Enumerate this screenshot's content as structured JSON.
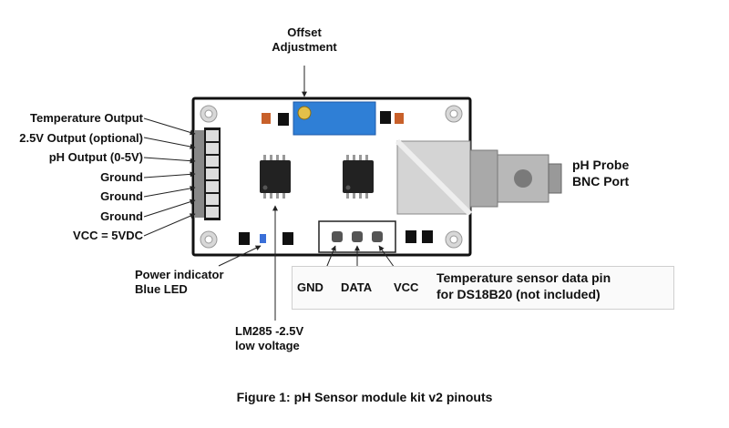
{
  "labels": {
    "offset_adjustment": [
      "Offset",
      "Adjustment"
    ],
    "pins": [
      "Temperature Output",
      "2.5V Output (optional)",
      "pH Output (0-5V)",
      "Ground",
      "Ground",
      "Ground",
      "VCC = 5VDC"
    ],
    "ph_probe": [
      "pH Probe",
      "BNC Port"
    ],
    "power_led": [
      "Power indicator",
      "Blue LED"
    ],
    "lm285": [
      "LM285 -2.5V",
      "low voltage"
    ],
    "temp_pins": [
      "GND",
      "DATA",
      "VCC"
    ],
    "temp_note": [
      "Temperature sensor data pin",
      "for DS18B20 (not included)"
    ]
  },
  "caption": "Figure 1: pH Sensor module kit v2 pinouts",
  "colors": {
    "board": "#ffffff",
    "board_outline": "#111111",
    "potentiometer": "#2f7fd6",
    "resistor": "#c8602a",
    "header": "#1a1a1a",
    "bnc": "#b8b8b8",
    "led": "#3a6fd8"
  }
}
